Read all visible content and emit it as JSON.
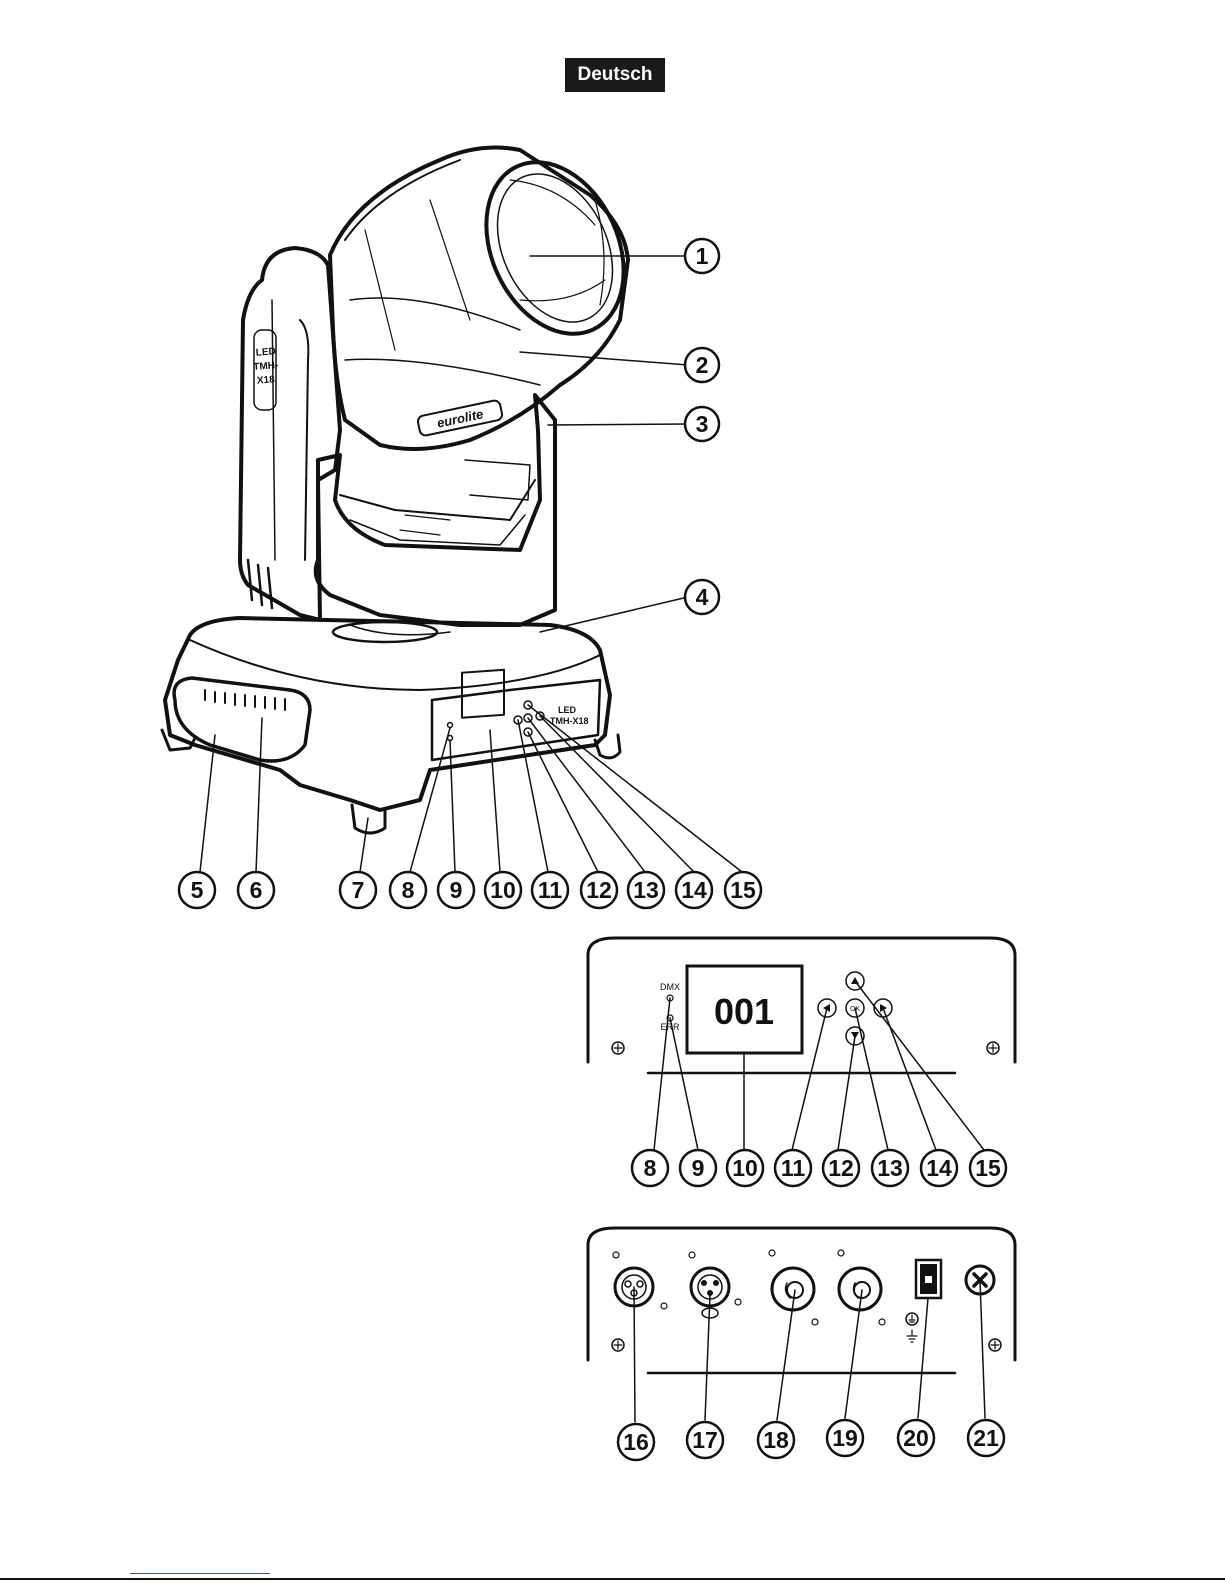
{
  "header": {
    "language": "Deutsch"
  },
  "device": {
    "brand_logo": "eurolite",
    "arm_label_lines": [
      "LED",
      "TMH-",
      "X18"
    ],
    "base_label_lines": [
      "LED",
      "TMH-X18"
    ]
  },
  "callouts_main": [
    "1",
    "2",
    "3",
    "4",
    "5",
    "6",
    "7",
    "8",
    "9",
    "10",
    "11",
    "12",
    "13",
    "14",
    "15"
  ],
  "control_panel": {
    "led_dmx": "DMX",
    "led_err": "ERR",
    "display_value": "001",
    "ok_label": "OK",
    "callouts": [
      "8",
      "9",
      "10",
      "11",
      "12",
      "13",
      "14",
      "15"
    ]
  },
  "rear_panel": {
    "callouts": [
      "16",
      "17",
      "18",
      "19",
      "20",
      "21"
    ]
  }
}
